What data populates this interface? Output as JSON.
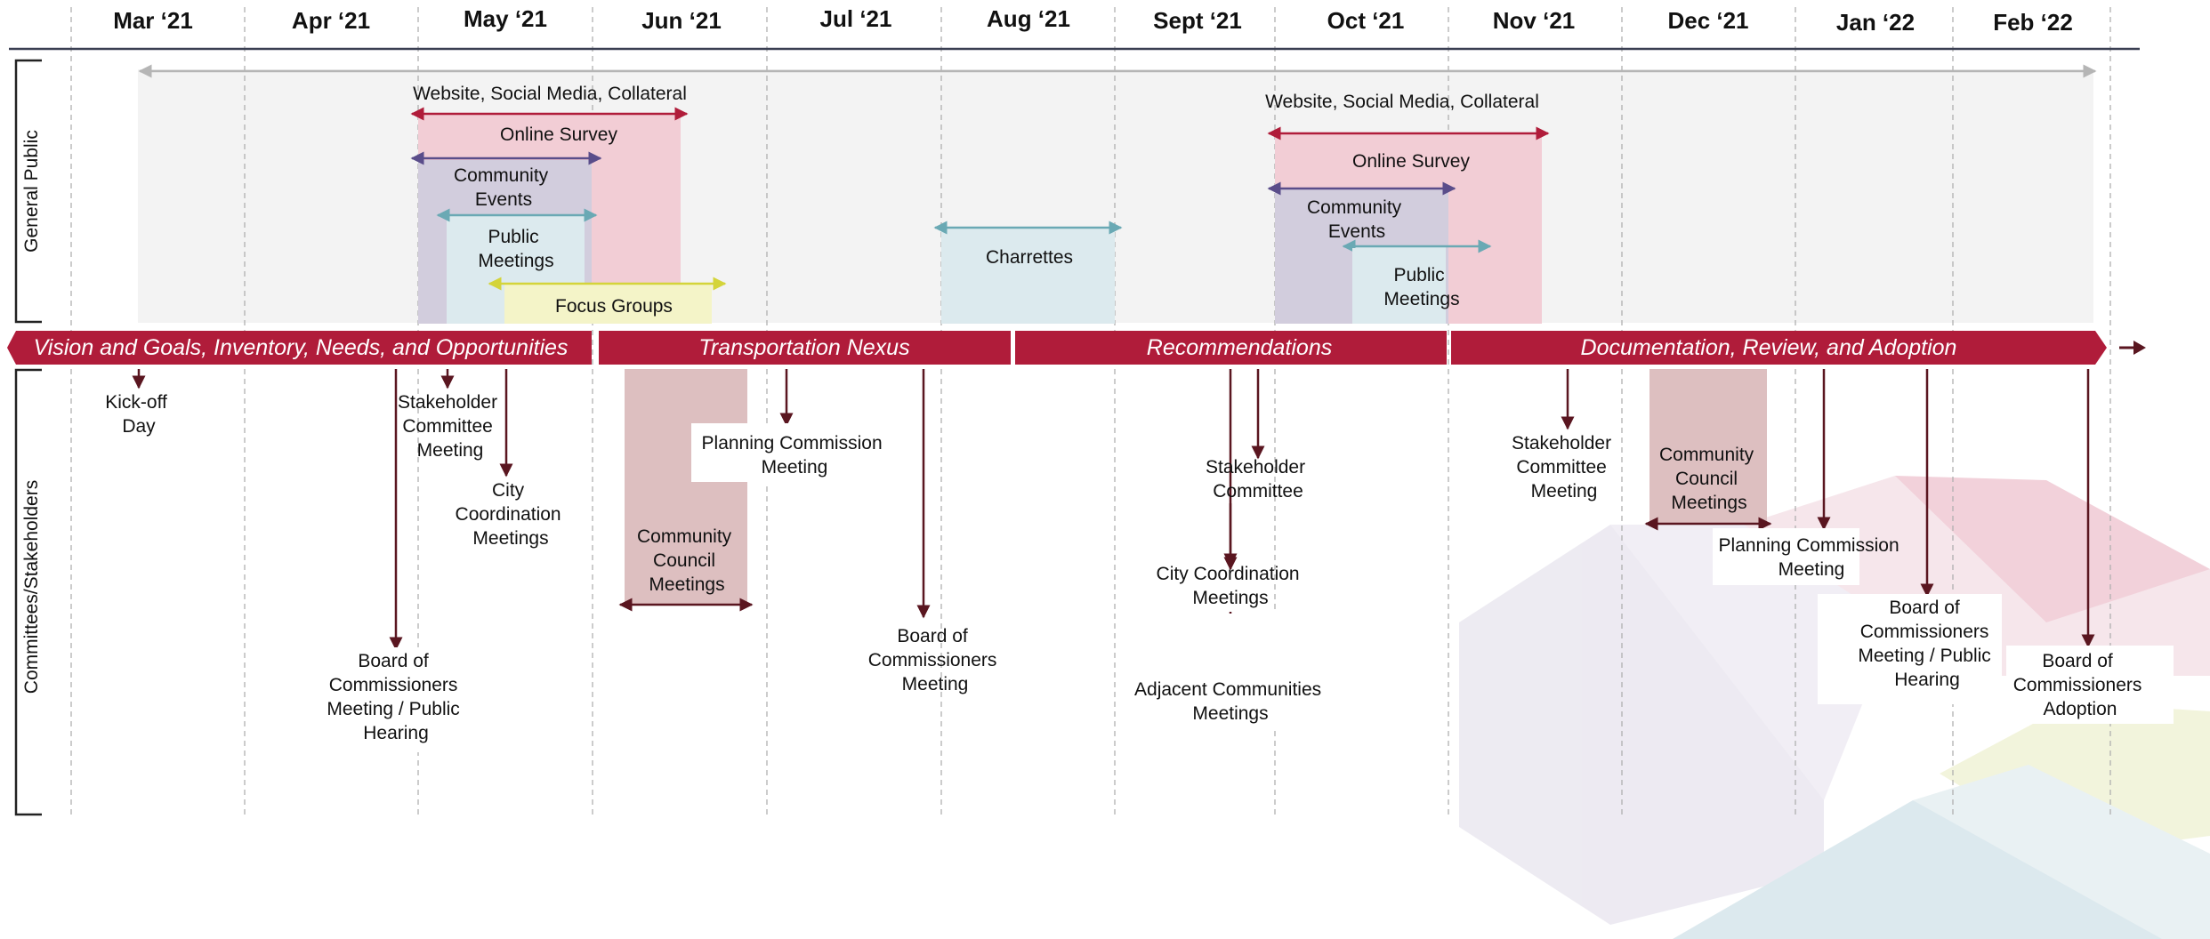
{
  "months": [
    "Mar ‘21",
    "Apr ‘21",
    "May ‘21",
    "Jun ‘21",
    "Jul ‘21",
    "Aug ‘21",
    "Sept ‘21",
    "Oct ‘21",
    "Nov ‘21",
    "Dec ‘21",
    "Jan ‘22",
    "Feb ‘22"
  ],
  "rows": {
    "general_public": "General Public",
    "committees": "Committees/Stakeholders"
  },
  "phases": [
    "Vision and Goals, Inventory, Needs, and Opportunities",
    "Transportation Nexus",
    "Recommendations",
    "Documentation, Review, and Adoption"
  ],
  "public_activities": {
    "website_1": "Website, Social Media, Collateral",
    "survey_1": "Online Survey",
    "community_events_1": [
      "Community",
      "Events"
    ],
    "public_meetings_1": [
      "Public",
      "Meetings"
    ],
    "focus_groups": "Focus Groups",
    "charrettes": "Charrettes",
    "website_2": "Website, Social Media, Collateral",
    "survey_2": "Online Survey",
    "community_events_2": [
      "Community",
      "Events"
    ],
    "public_meetings_2": [
      "Public",
      "Meetings"
    ]
  },
  "committee_events": {
    "kickoff": [
      "Kick-off",
      "Day"
    ],
    "stakeholder_1": [
      "Stakeholder",
      "Committee",
      "Meeting"
    ],
    "city_coord_1": [
      "City",
      "Coordination",
      "Meetings"
    ],
    "boc_1": [
      "Board of",
      "Commissioners",
      "Meeting / Public",
      "Hearing"
    ],
    "community_council_1": [
      "Community",
      "Council",
      "Meetings"
    ],
    "planning_1": [
      "Planning Commission",
      "Meeting"
    ],
    "boc_2": [
      "Board of",
      "Commissioners",
      "Meeting"
    ],
    "stakeholder_2": [
      "Stakeholder",
      "Committee"
    ],
    "city_coord_2": [
      "City Coordination",
      "Meetings"
    ],
    "adjacent": [
      "Adjacent Communities",
      "Meetings"
    ],
    "stakeholder_3": [
      "Stakeholder",
      "Committee",
      "Meeting"
    ],
    "community_council_2": [
      "Community",
      "Council",
      "Meetings"
    ],
    "planning_2": [
      "Planning Commission",
      "Meeting"
    ],
    "boc_3": [
      "Board of",
      "Commissioners",
      "Meeting / Public",
      "Hearing"
    ],
    "boc_adoption": [
      "Board of",
      "Commissioners",
      "Adoption"
    ]
  },
  "colors": {
    "phase": "#b01c3a",
    "arrow_dark": "#5a1620",
    "website_arrow": "#b01c3a",
    "survey_fill": "#f2cdd5",
    "events_fill": "#d2cddd",
    "events_arrow": "#5a4d8a",
    "meetings_fill": "#dceaee",
    "meetings_arrow": "#6aa9b4",
    "focus_fill": "#f4f4c8",
    "focus_arrow": "#d4d43a",
    "council_fill": "#ddbfc0",
    "band": "#f3f3f3"
  }
}
